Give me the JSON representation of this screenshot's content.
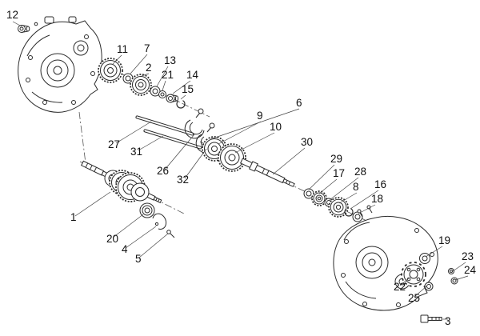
{
  "palette": {
    "background": "#ffffff",
    "line": "#2b2b2b",
    "label_text": "#111111"
  },
  "diagram_type": "exploded-parts-diagram-gearbox",
  "parts": [
    {
      "label": "12"
    },
    {
      "label": "11"
    },
    {
      "label": "7"
    },
    {
      "label": "2"
    },
    {
      "label": "13"
    },
    {
      "label": "21"
    },
    {
      "label": "14"
    },
    {
      "label": "15"
    },
    {
      "label": "6"
    },
    {
      "label": "9"
    },
    {
      "label": "10"
    },
    {
      "label": "30"
    },
    {
      "label": "29"
    },
    {
      "label": "17"
    },
    {
      "label": "28"
    },
    {
      "label": "8"
    },
    {
      "label": "16"
    },
    {
      "label": "18"
    },
    {
      "label": "27"
    },
    {
      "label": "31"
    },
    {
      "label": "26"
    },
    {
      "label": "32"
    },
    {
      "label": "1"
    },
    {
      "label": "20"
    },
    {
      "label": "4"
    },
    {
      "label": "5"
    },
    {
      "label": "19"
    },
    {
      "label": "23"
    },
    {
      "label": "24"
    },
    {
      "label": "22"
    },
    {
      "label": "25"
    },
    {
      "label": "3"
    }
  ]
}
